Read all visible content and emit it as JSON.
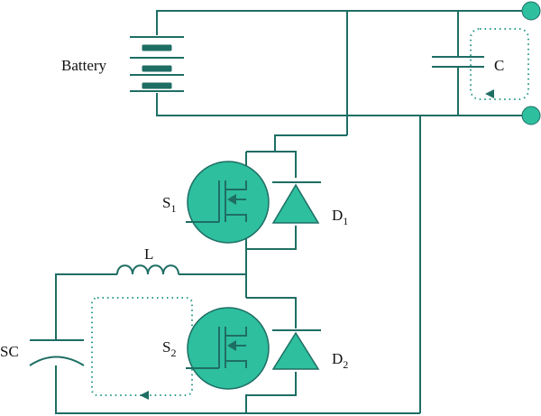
{
  "colors": {
    "wire": "#1e6e64",
    "component_fill": "#2ebf9f",
    "terminal": "#2ebf9f",
    "loop": "#2a9a8a"
  },
  "labels": {
    "battery": "Battery",
    "capacitor": "C",
    "switch1": {
      "main": "S",
      "sub": "1"
    },
    "switch2": {
      "main": "S",
      "sub": "2"
    },
    "diode1": {
      "main": "D",
      "sub": "1"
    },
    "diode2": {
      "main": "D",
      "sub": "2"
    },
    "inductor": "L",
    "supercap": "SC"
  }
}
